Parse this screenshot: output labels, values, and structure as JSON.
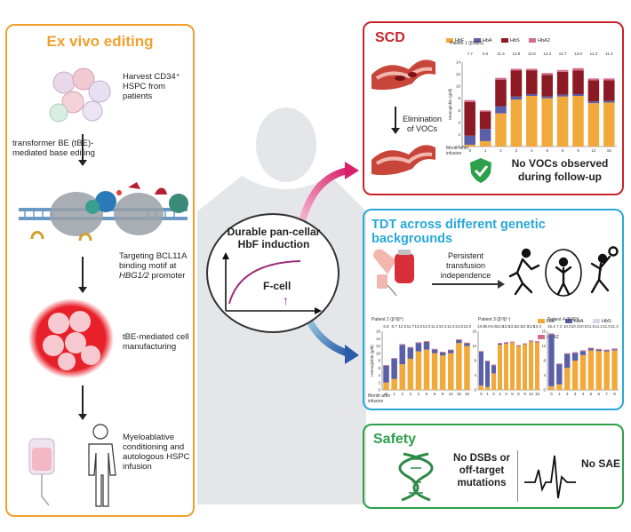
{
  "left": {
    "title": "Ex vivo editing",
    "step1": "Harvest CD34⁺ HSPC from patients",
    "step2": "transformer BE (tBE)-mediated base editing",
    "step3_a": "Targeting BCL11A binding motif at",
    "step3_b": "HBG1/2",
    "step3_c": " promoter",
    "step4": "tBE-mediated cell manufacturing",
    "step5": "Myeloablative conditioning and autologous HSPC infusion"
  },
  "center": {
    "title": "Durable pan-cellar HbF induction",
    "fcell": "F-cell",
    "up_arrow": "↑"
  },
  "scd": {
    "title": "SCD",
    "elimination": "Elimination of VOCs",
    "no_vocs": "No VOCs observed during follow-up",
    "patient": "Patient 1 (βS/βS)",
    "ylabel": "Hemoglobin (g/dl)",
    "xlabel": "Month after infusion",
    "totals": [
      "7.7",
      "6.0",
      "11.4",
      "12.9",
      "12.9",
      "12.2",
      "12.7",
      "13.0",
      "11.3",
      "11.3"
    ]
  },
  "tdt": {
    "title": "TDT across different genetic backgrounds",
    "independence": "Persistent transfusion independence",
    "p2": "Patient 2 (β⁰/β⁰)",
    "p3": "Patient 3 (β⁰/β⁺)",
    "p4": "Patient 4 (β⁰/β⁰)",
    "ylabel": "Hemoglobin (g/dl)",
    "xlabel": "Month after infusion",
    "p2_totals": "6.8 8.7 12.5 11.7 13.0 13.3 11.2 10.4 11.0 13.8 12.9",
    "p3_totals": "10.6 8.0 6.9 12.8 13.0 13.2 12.2 12.7 13.5 13.3",
    "p4_totals": "15.4 7.2 10.0 10.3 10.8 11.5 11.2 11.0 11.3"
  },
  "safety": {
    "title": "Safety",
    "dsb": "No DSBs or off-target mutations",
    "sae": "No SAE"
  },
  "legend": {
    "hbf": "HbF",
    "hba": "HbA",
    "hbs": "HbS",
    "hba2": "HbA2"
  },
  "colors": {
    "hbf": "#f2a93b",
    "hba": "#5a5fa8",
    "hbs": "#8b1a24",
    "hba2": "#d66a8a",
    "left_border": "#f0a030",
    "scd_border": "#c8252b",
    "tdt_border": "#29a8d8",
    "safety_border": "#2ca04a"
  },
  "chart_data": [
    {
      "type": "bar",
      "title": "Patient 1 (βS/βS)",
      "ylabel": "Hemoglobin (g/dl)",
      "xlabel": "Month after infusion",
      "categories": [
        "0",
        "1",
        "2",
        "3",
        "4",
        "5",
        "6",
        "9",
        "12",
        "15"
      ],
      "ylim": [
        0,
        14
      ],
      "series": [
        {
          "name": "HbF",
          "values": [
            0.3,
            0.9,
            5.5,
            7.8,
            8.4,
            8.0,
            8.3,
            8.4,
            7.2,
            7.3
          ]
        },
        {
          "name": "HbA",
          "values": [
            1.5,
            2.0,
            1.2,
            0.5,
            0.3,
            0.3,
            0.3,
            0.3,
            0.3,
            0.3
          ]
        },
        {
          "name": "HbS",
          "values": [
            5.6,
            2.9,
            4.4,
            4.3,
            3.9,
            3.6,
            3.8,
            3.9,
            3.5,
            3.4
          ]
        },
        {
          "name": "HbA2",
          "values": [
            0.3,
            0.2,
            0.3,
            0.3,
            0.3,
            0.3,
            0.3,
            0.4,
            0.3,
            0.3
          ]
        }
      ]
    },
    {
      "type": "bar",
      "title": "Patient 2 (β⁰/β⁰)",
      "categories": [
        "0",
        "1",
        "2",
        "3",
        "4",
        "5",
        "6",
        "9",
        "12",
        "15",
        "16"
      ],
      "ylim": [
        0,
        16
      ],
      "series": [
        {
          "name": "HbF",
          "values": [
            2.0,
            3.0,
            7.0,
            8.5,
            10.5,
            11.0,
            10.0,
            9.4,
            10.0,
            12.8,
            12.0
          ]
        },
        {
          "name": "HbA",
          "values": [
            4.6,
            5.5,
            5.3,
            3.0,
            2.3,
            2.1,
            1.0,
            0.8,
            0.8,
            0.8,
            0.7
          ]
        },
        {
          "name": "HbA2",
          "values": [
            0.2,
            0.2,
            0.2,
            0.2,
            0.2,
            0.2,
            0.2,
            0.2,
            0.2,
            0.2,
            0.2
          ]
        }
      ]
    },
    {
      "type": "bar",
      "title": "Patient 3 (β⁰/β⁺)",
      "categories": [
        "0",
        "1",
        "2",
        "3",
        "4",
        "5",
        "6",
        "9",
        "12",
        "15"
      ],
      "ylim": [
        0,
        16
      ],
      "series": [
        {
          "name": "HbF",
          "values": [
            1.2,
            0.8,
            4.5,
            12.3,
            12.6,
            12.9,
            11.9,
            12.4,
            13.2,
            13.0
          ]
        },
        {
          "name": "HbA",
          "values": [
            9.2,
            7.0,
            2.2,
            0.3,
            0.2,
            0.1,
            0.1,
            0.1,
            0.1,
            0.1
          ]
        },
        {
          "name": "HbA2",
          "values": [
            0.2,
            0.2,
            0.2,
            0.2,
            0.2,
            0.2,
            0.2,
            0.2,
            0.2,
            0.2
          ]
        }
      ]
    },
    {
      "type": "bar",
      "title": "Patient 4 (β⁰/β⁰)",
      "categories": [
        "0",
        "1",
        "2",
        "3",
        "4",
        "5",
        "6",
        "7",
        "8"
      ],
      "ylim": [
        0,
        16
      ],
      "series": [
        {
          "name": "HbF",
          "values": [
            1.0,
            1.5,
            6.0,
            8.0,
            9.5,
            10.8,
            10.6,
            10.5,
            10.8
          ]
        },
        {
          "name": "HbA",
          "values": [
            14.2,
            5.5,
            3.8,
            2.1,
            1.1,
            0.5,
            0.4,
            0.3,
            0.3
          ]
        },
        {
          "name": "HbA2",
          "values": [
            0.2,
            0.2,
            0.2,
            0.2,
            0.2,
            0.2,
            0.2,
            0.2,
            0.2
          ]
        }
      ]
    }
  ]
}
